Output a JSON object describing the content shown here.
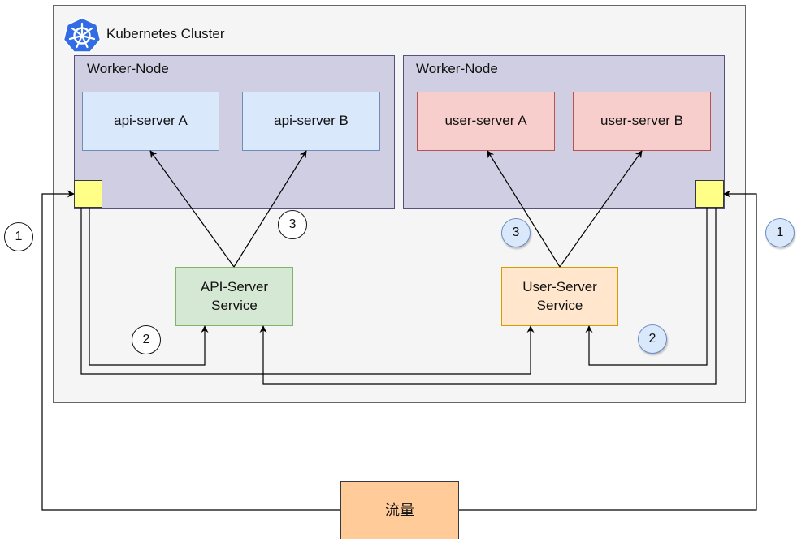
{
  "cluster": {
    "title": "Kubernetes Cluster",
    "logo_icon": "kubernetes-helm-icon",
    "logo_color": "#326ce5"
  },
  "nodes": [
    {
      "title": "Worker-Node",
      "pods": [
        "api-server A",
        "api-server B"
      ]
    },
    {
      "title": "Worker-Node",
      "pods": [
        "user-server A",
        "user-server B"
      ]
    }
  ],
  "services": {
    "api": "API-Server\nService",
    "user": "User-Server\nService"
  },
  "traffic": "流量",
  "badges": {
    "left_1": "1",
    "left_2": "2",
    "left_3": "3",
    "right_1": "1",
    "right_2": "2",
    "right_3": "3"
  },
  "colors": {
    "cluster_bg": "#f5f5f5",
    "node_bg": "#d0cee2",
    "api_pod": "#dae8fc",
    "user_pod": "#f8cecc",
    "api_service": "#d5e8d4",
    "user_service": "#ffe6cc",
    "traffic": "#ffcc99",
    "port": "#ffff88"
  }
}
